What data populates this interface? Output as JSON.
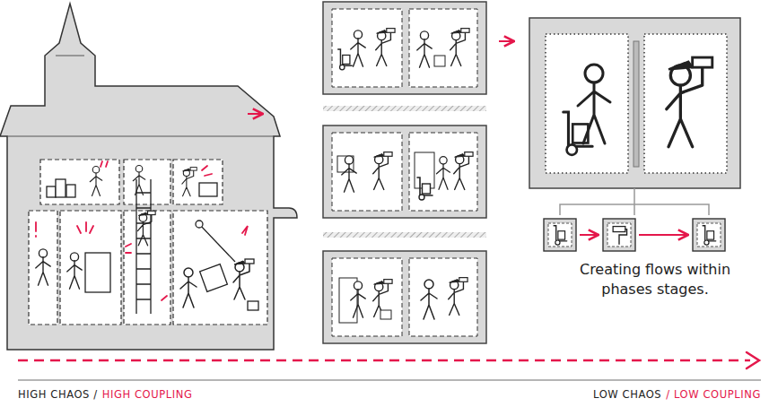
{
  "diagram": {
    "labels": [
      "Creating flows within phases stages.",
      "HIGH CHAOS /",
      "HIGH COUPLING",
      "LOW CHAOS",
      "/ LOW COUPLING"
    ]
  }
}
